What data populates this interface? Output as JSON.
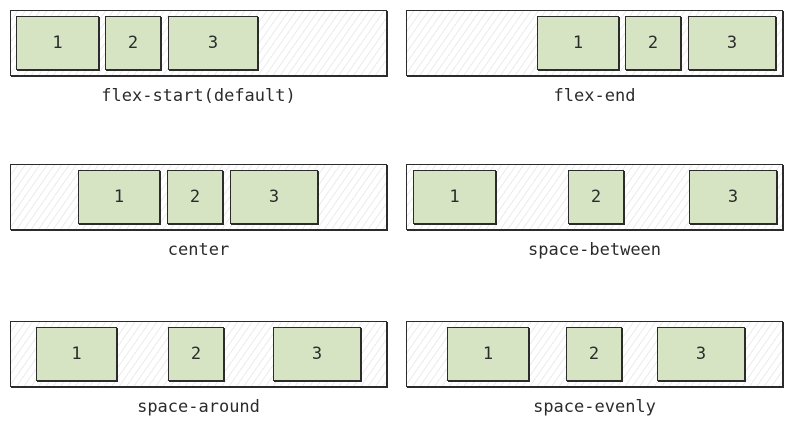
{
  "panels": [
    {
      "caption": "flex-start(default)",
      "items": [
        "1",
        "2",
        "3"
      ]
    },
    {
      "caption": "flex-end",
      "items": [
        "1",
        "2",
        "3"
      ]
    },
    {
      "caption": "center",
      "items": [
        "1",
        "2",
        "3"
      ]
    },
    {
      "caption": "space-between",
      "items": [
        "1",
        "2",
        "3"
      ]
    },
    {
      "caption": "space-around",
      "items": [
        "1",
        "2",
        "3"
      ]
    },
    {
      "caption": "space-evenly",
      "items": [
        "1",
        "2",
        "3"
      ]
    }
  ],
  "colors": {
    "item_fill": "#d6e4c4",
    "stroke": "#2b2b2b",
    "hatch": "#ebebeb"
  }
}
